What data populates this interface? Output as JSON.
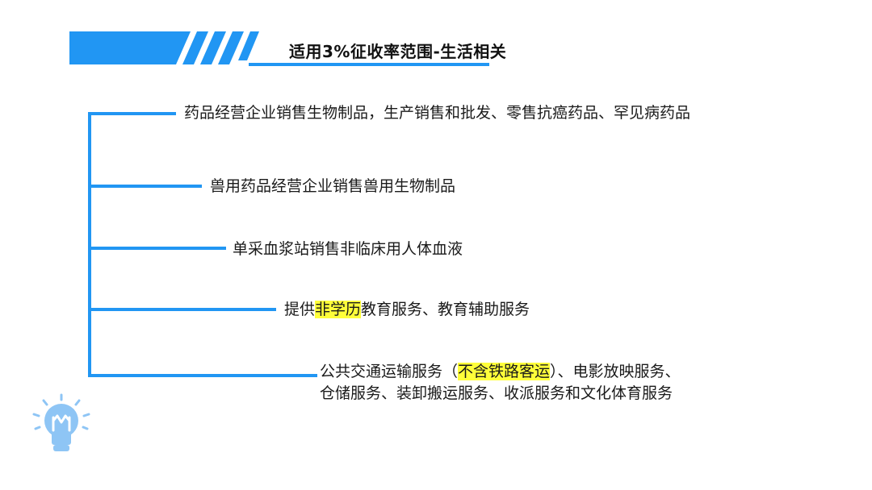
{
  "slide": {
    "title": "适用3%征收率范围-生活相关",
    "accent_color": "#2196f3",
    "highlight_color": "#ffff3a",
    "items": [
      {
        "lines": [
          [
            {
              "text": "药品经营企业销售生物制品，生产销售和批发、零售抗癌药品、罕见病药品",
              "highlight": false
            }
          ]
        ]
      },
      {
        "lines": [
          [
            {
              "text": "兽用药品经营企业销售兽用生物制品",
              "highlight": false
            }
          ]
        ]
      },
      {
        "lines": [
          [
            {
              "text": "单采血浆站销售非临床用人体血液",
              "highlight": false
            }
          ]
        ]
      },
      {
        "lines": [
          [
            {
              "text": "提供",
              "highlight": false
            },
            {
              "text": "非学历",
              "highlight": true
            },
            {
              "text": "教育服务、教育辅助服务",
              "highlight": false
            }
          ]
        ]
      },
      {
        "lines": [
          [
            {
              "text": "公共交通运输服务（",
              "highlight": false
            },
            {
              "text": "不含铁路客运",
              "highlight": true
            },
            {
              "text": "）、电影放映服务、",
              "highlight": false
            }
          ],
          [
            {
              "text": "仓储服务、装卸搬运服务、收派服务和文化体育服务",
              "highlight": false
            }
          ]
        ]
      }
    ],
    "icons": {
      "banner": "slash-stripes-decoration",
      "corner": "lightbulb-icon"
    }
  }
}
